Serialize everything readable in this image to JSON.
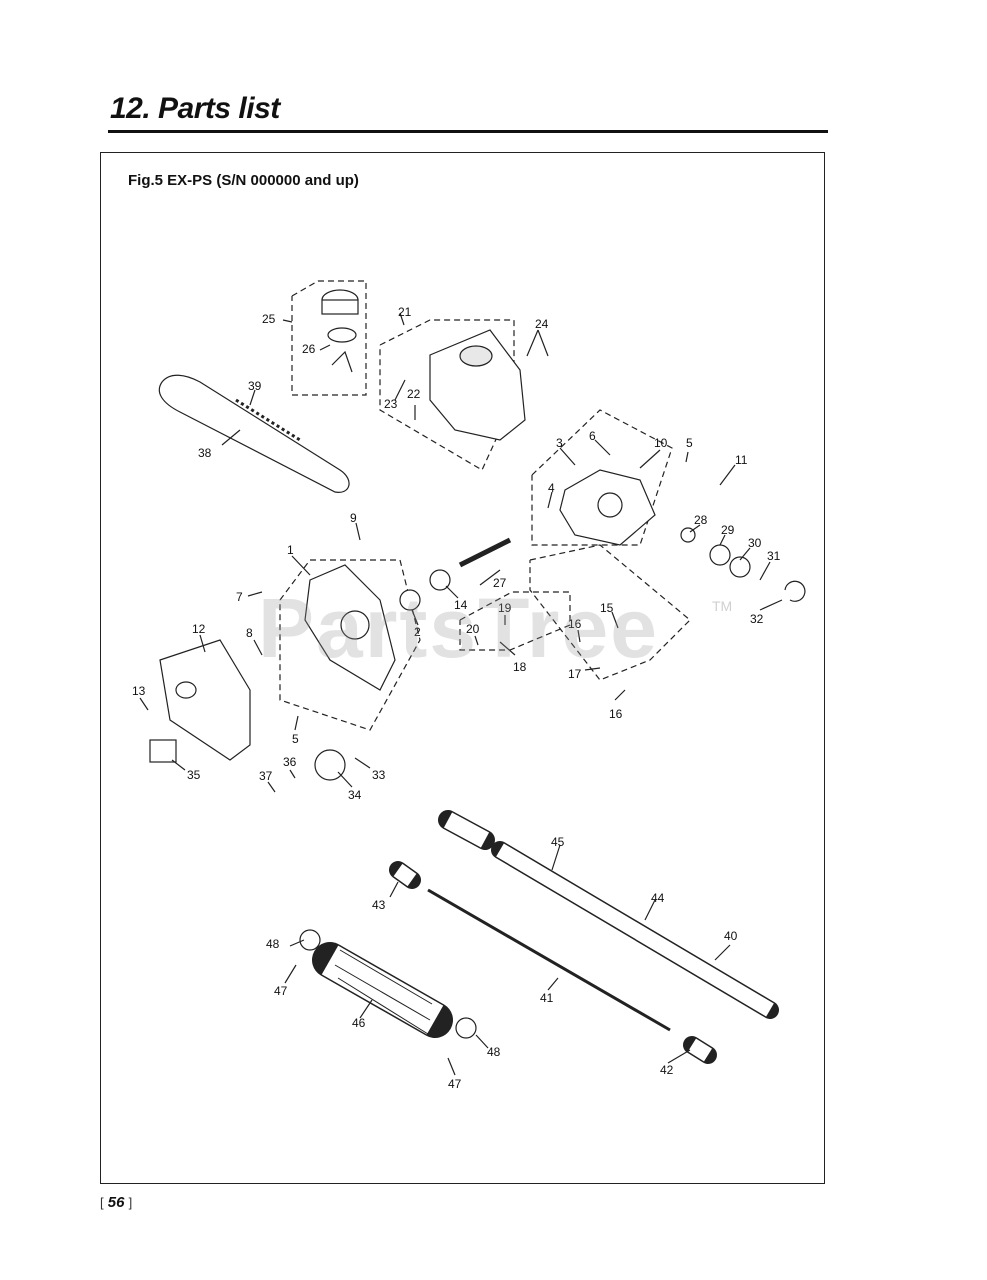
{
  "header": {
    "title": "12. Parts list"
  },
  "figure": {
    "caption": "Fig.5 EX-PS  (S/N 000000 and up)",
    "callouts": [
      "25",
      "26",
      "21",
      "24",
      "23",
      "22",
      "39",
      "38",
      "3",
      "6",
      "10",
      "5",
      "11",
      "4",
      "9",
      "1",
      "28",
      "29",
      "30",
      "31",
      "7",
      "27",
      "14",
      "2",
      "19",
      "15",
      "32",
      "12",
      "8",
      "20",
      "16",
      "18",
      "17",
      "16",
      "13",
      "5",
      "36",
      "37",
      "33",
      "34",
      "35",
      "45",
      "43",
      "44",
      "40",
      "48",
      "47",
      "46",
      "41",
      "48",
      "47",
      "42"
    ]
  },
  "watermark": {
    "text": "PartsTree",
    "tm": "TM"
  },
  "footer": {
    "page_number": "56"
  }
}
